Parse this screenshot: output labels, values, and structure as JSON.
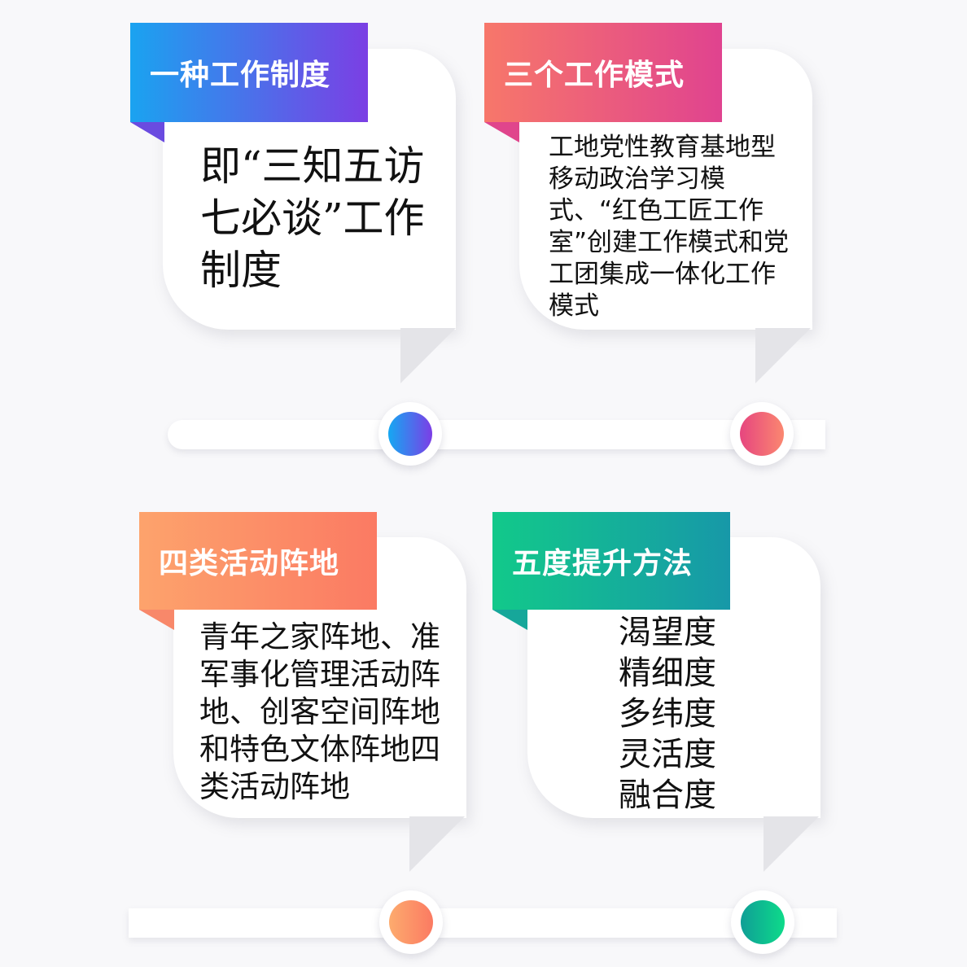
{
  "sections": [
    {
      "title": "一种工作制度",
      "body": "即“三知五访七必谈”工作制度",
      "gradient": [
        "#1aa3f0",
        "#7b3fe4"
      ],
      "fold_color": "#6a4be0"
    },
    {
      "title": "三个工作模式",
      "body": "工地党性教育基地型移动政治学习模式、“红色工匠工作室”创建工作模式和党工团集成一体化工作模式",
      "gradient": [
        "#f7776a",
        "#e0438f"
      ],
      "fold_color": "#e0458c"
    },
    {
      "title": "四类活动阵地",
      "body": "青年之家阵地、准军事化管理活动阵地、创客空间阵地和特色文体阵地四类活动阵地",
      "gradient": [
        "#fda36c",
        "#fb7a63"
      ],
      "fold_color": "#f8886a"
    },
    {
      "title": "五度提升方法",
      "body_lines": [
        "渴望度",
        "精细度",
        "多纬度",
        "灵活度",
        "融合度"
      ],
      "gradient": [
        "#12c98a",
        "#1798a8"
      ],
      "fold_color": "#16a79a"
    }
  ],
  "timeline": {
    "dots": [
      {
        "gradient": [
          "#15a8f2",
          "#7c3de6"
        ]
      },
      {
        "gradient": [
          "#e6467f",
          "#fb8770"
        ]
      },
      {
        "gradient": [
          "#fdab6e",
          "#fb7a62"
        ]
      },
      {
        "gradient": [
          "#0f9e96",
          "#0edb8a"
        ]
      }
    ]
  }
}
